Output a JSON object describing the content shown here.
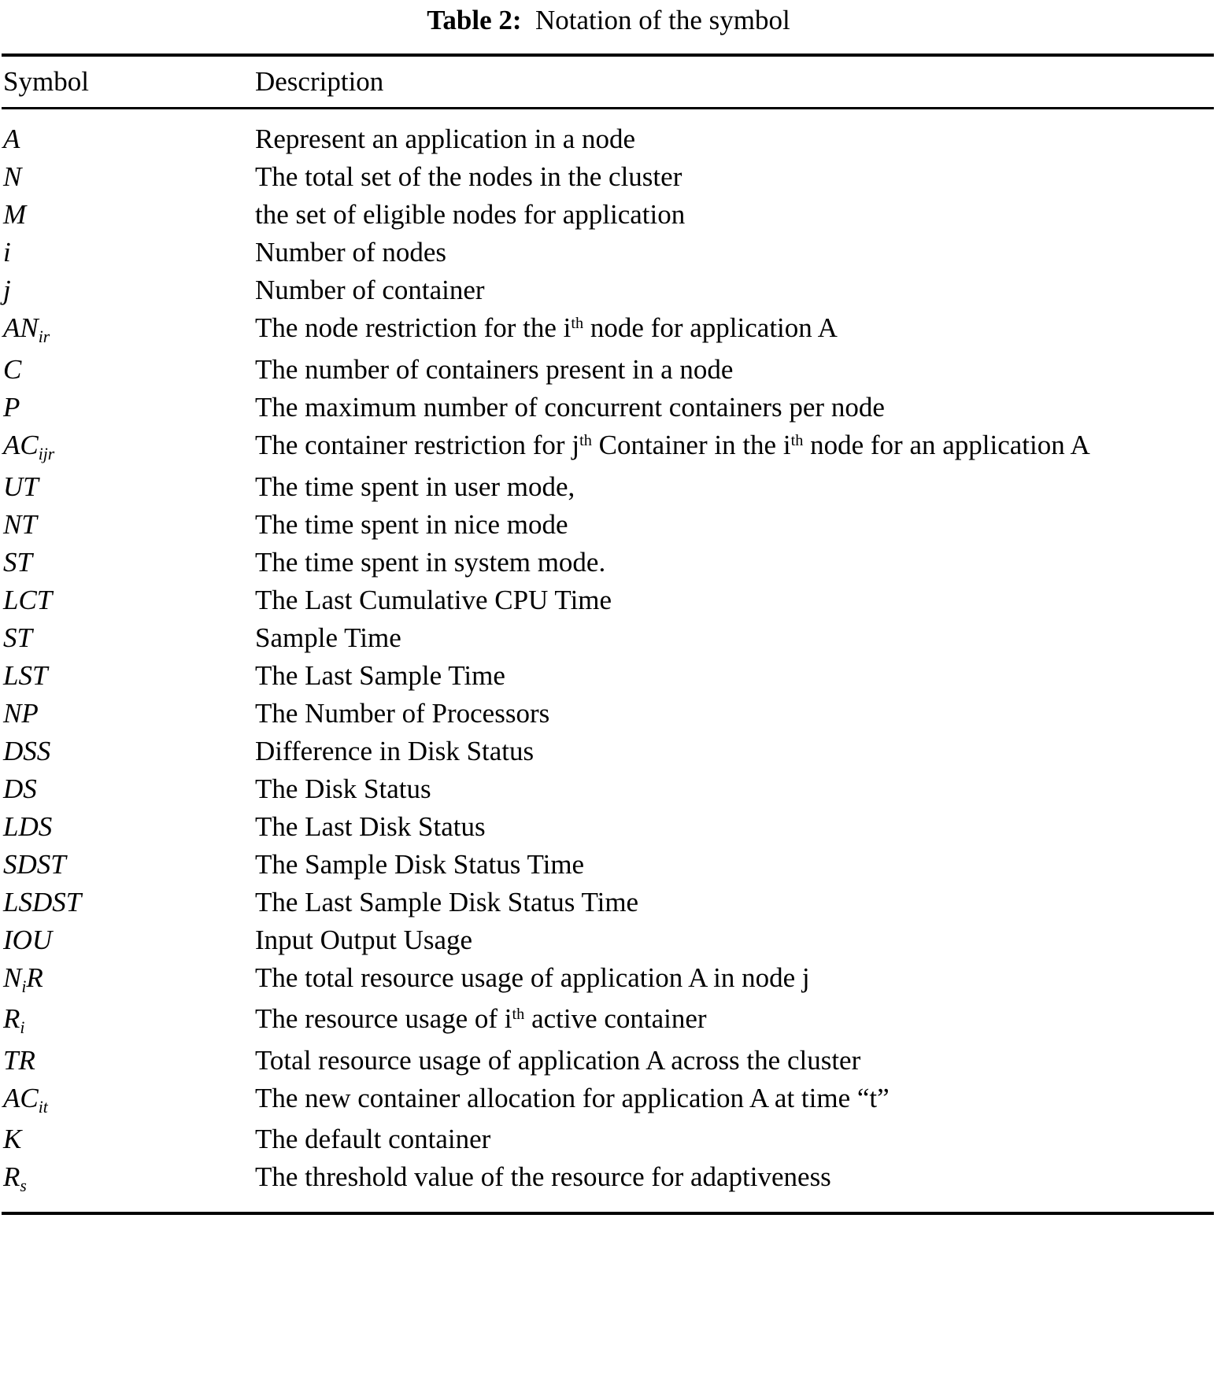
{
  "caption": {
    "label": "Table 2:",
    "text": "Notation of the symbol"
  },
  "columns": {
    "symbol": "Symbol",
    "description": "Description"
  },
  "rows": [
    {
      "symbol": "A",
      "sub": "",
      "description": "Represent an application in a node"
    },
    {
      "symbol": "N",
      "sub": "",
      "description": "The total set of the nodes in the cluster"
    },
    {
      "symbol": "M",
      "sub": "",
      "description": "the set of eligible nodes for application"
    },
    {
      "symbol": "i",
      "sub": "",
      "description": "Number of nodes"
    },
    {
      "symbol": "j",
      "sub": "",
      "description": "Number of container"
    },
    {
      "symbol": "AN",
      "sub": "ir",
      "description": "The node restriction for the i@th@ node for application A"
    },
    {
      "symbol": "C",
      "sub": "",
      "description": "The number of containers present in a node"
    },
    {
      "symbol": "P",
      "sub": "",
      "description": "The maximum number of concurrent containers per node"
    },
    {
      "symbol": "AC",
      "sub": "ijr",
      "description": "The container restriction for j@th@ Container in the i@th@ node for an application A"
    },
    {
      "symbol": "UT",
      "sub": "",
      "description": "The time spent in user mode,"
    },
    {
      "symbol": "NT",
      "sub": "",
      "description": "The time spent in nice mode"
    },
    {
      "symbol": "ST",
      "sub": "",
      "description": "The time spent in system mode."
    },
    {
      "symbol": "LCT",
      "sub": "",
      "description": "The Last Cumulative CPU Time"
    },
    {
      "symbol": "ST",
      "sub": "",
      "description": "Sample Time"
    },
    {
      "symbol": "LST",
      "sub": "",
      "description": "The Last Sample Time"
    },
    {
      "symbol": "NP",
      "sub": "",
      "description": "The Number of Processors"
    },
    {
      "symbol": "DSS",
      "sub": "",
      "description": "Difference in Disk Status"
    },
    {
      "symbol": "DS",
      "sub": "",
      "description": "The Disk Status"
    },
    {
      "symbol": "LDS",
      "sub": "",
      "description": "The Last Disk Status"
    },
    {
      "symbol": "SDST",
      "sub": "",
      "description": "The Sample Disk Status Time"
    },
    {
      "symbol": "LSDST",
      "sub": "",
      "description": "The Last Sample Disk Status Time"
    },
    {
      "symbol": "IOU",
      "sub": "",
      "description": "Input Output Usage"
    },
    {
      "symbol": "N@i@R",
      "sub": "",
      "description": "The total resource usage of application A in node j"
    },
    {
      "symbol": "R",
      "sub": "i",
      "description": "The resource usage of i@th@ active container"
    },
    {
      "symbol": "TR",
      "sub": "",
      "description": "Total resource usage of application A across the cluster"
    },
    {
      "symbol": "AC",
      "sub": "it",
      "description": "The new container allocation for application A at time “t”"
    },
    {
      "symbol": "K",
      "sub": "",
      "description": "The default container"
    },
    {
      "symbol": "R",
      "sub": "s",
      "description": "The threshold value of the resource for adaptiveness"
    }
  ]
}
